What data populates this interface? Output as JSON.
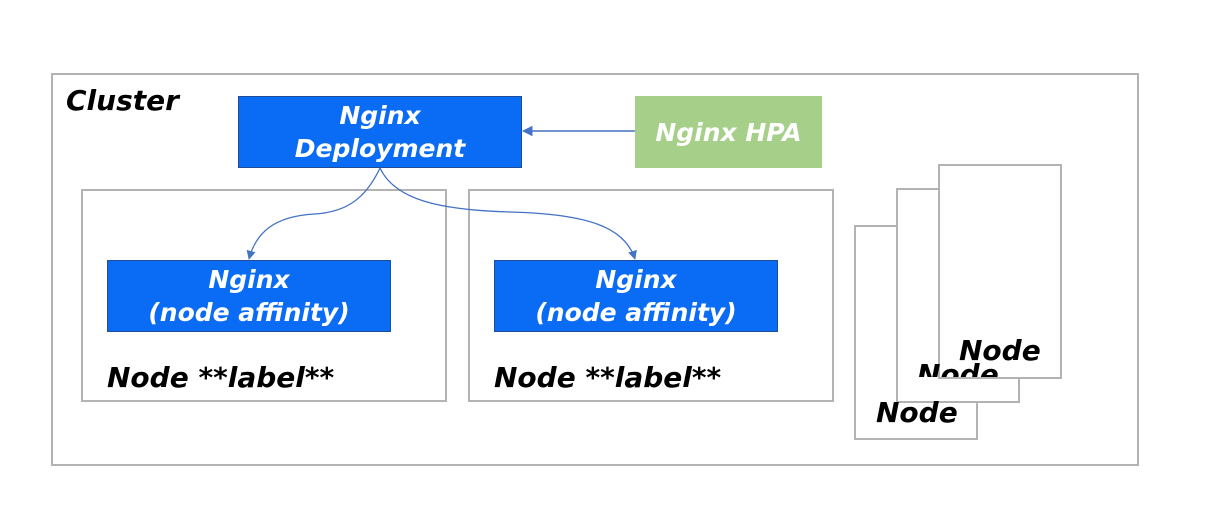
{
  "cluster": {
    "label": "Cluster"
  },
  "deployment": {
    "line1": "Nginx",
    "line2": "Deployment"
  },
  "hpa": {
    "label": "Nginx HPA"
  },
  "labeled_nodes": [
    {
      "pod_line1": "Nginx",
      "pod_line2": "(node affinity)",
      "node_label": "Node **label**"
    },
    {
      "pod_line1": "Nginx",
      "pod_line2": "(node affinity)",
      "node_label": "Node **label**"
    }
  ],
  "stacked_nodes": [
    {
      "label": "Node"
    },
    {
      "label": "Node"
    },
    {
      "label": "Node"
    }
  ],
  "colors": {
    "blue": "#0a6cf5",
    "green": "#a6d08a",
    "border": "#b3b3b3",
    "arrow": "#4472c4"
  }
}
